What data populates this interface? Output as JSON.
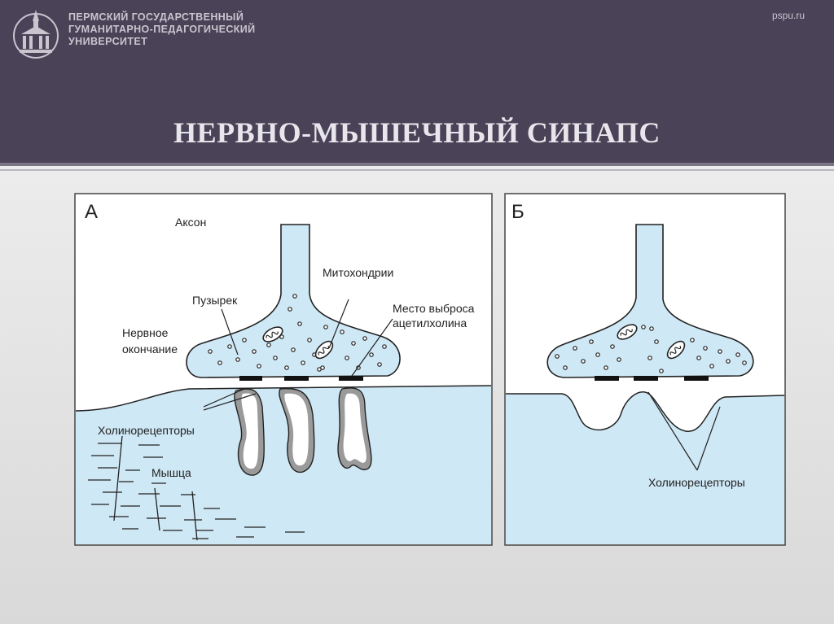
{
  "header": {
    "org_lines": [
      "ПЕРМСКИЙ ГОСУДАРСТВЕННЫЙ",
      "ГУМАНИТАРНО-ПЕДАГОГИЧЕСКИЙ",
      "УНИВЕРСИТЕТ"
    ],
    "site": "pspu.ru",
    "title": "НЕРВНО-МЫШЕЧНЫЙ СИНАПС"
  },
  "diagram": {
    "panel_a": {
      "letter": "А",
      "labels": {
        "axon": "Аксон",
        "mitochondria": "Митохондрии",
        "vesicle": "Пузырек",
        "release_1": "Место выброса",
        "release_2": "ацетилхолина",
        "terminal_1": "Нервное",
        "terminal_2": "окончание",
        "cholinoreceptors": "Холинорецепторы",
        "muscle": "Мышца"
      }
    },
    "panel_b": {
      "letter": "Б",
      "labels": {
        "cholinoreceptors": "Холинорецепторы"
      }
    },
    "colors": {
      "fluid": "#cfe8f5",
      "outline": "#222222",
      "cleft": "#9a9a9a"
    }
  }
}
